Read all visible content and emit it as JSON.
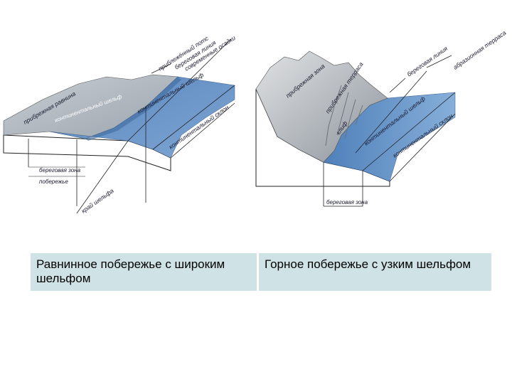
{
  "left_diagram": {
    "labels": {
      "sediment_line": "приблежённый потс",
      "shoreline": "береговая линия",
      "modern_sediment": "современные осадки",
      "coastal_plain": "прибрежная равнина",
      "continental_shelf_near": "континентальный шельф",
      "continental_shelf": "континентальный шельф",
      "continental_slope": "континентальный склон",
      "shelf_edge": "край шельфа",
      "coastal_zone": "береговая зона",
      "beach": "побережье"
    }
  },
  "right_diagram": {
    "labels": {
      "coastal_zone_top": "прибрежная зона",
      "coastal_terrace": "прибрежная терраса",
      "shoreline": "береговая линия",
      "abrasion_terrace": "абразионная терраса",
      "cliff": "клиф",
      "continental_shelf": "континентальный шельф",
      "continental_slope": "континентальный склон",
      "coastal_zone_box": "береговая зона"
    }
  },
  "captions": {
    "left": "Равнинное побережье с широким шельфом",
    "right": "Горное побережье с узким шельфом"
  },
  "colors": {
    "water": "#5f8fc6",
    "water_light": "#8fb6de",
    "land": "#b8c0c8",
    "caption_bg": "#cfe3e6"
  }
}
